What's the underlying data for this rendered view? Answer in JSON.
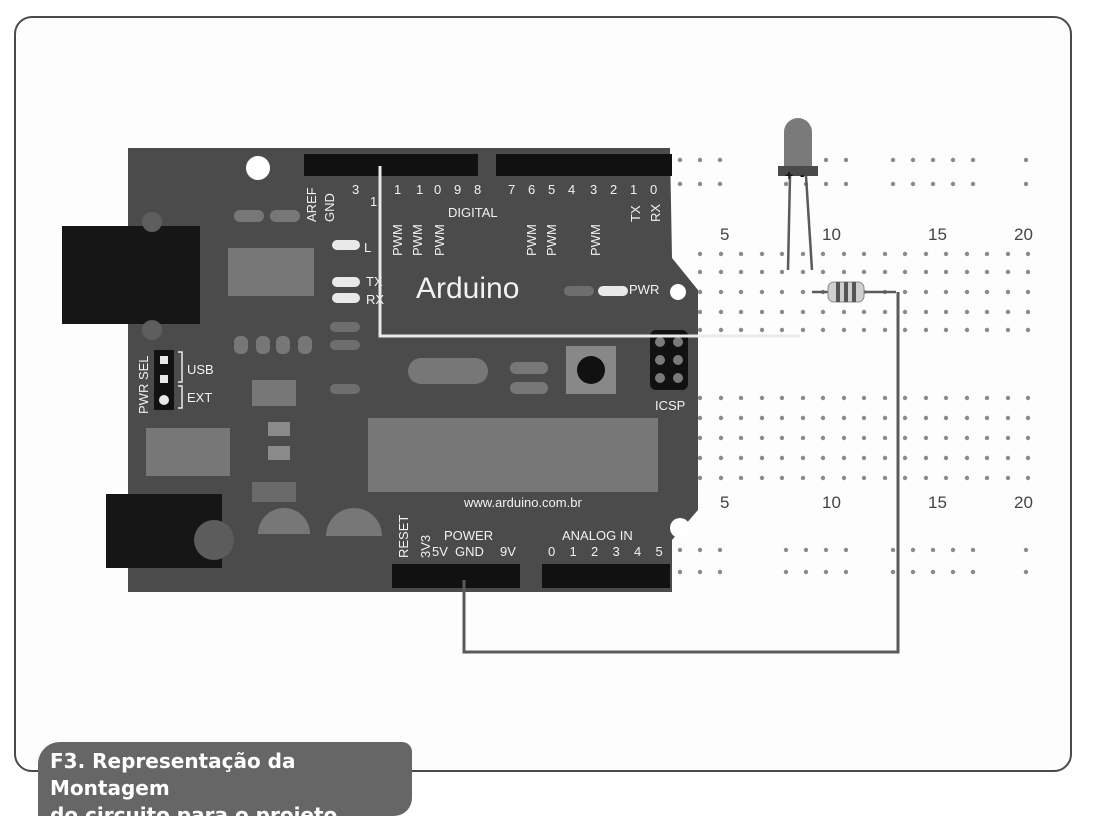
{
  "caption": {
    "line1": "F3. Representação da Montagem",
    "line2": "do circuito para o projeto."
  },
  "board": {
    "name": "Arduino",
    "url": "www.arduino.com.br",
    "top_pins_left": [
      "AREF",
      "GND",
      "3",
      "1",
      "1",
      "1",
      "0",
      "9",
      "8"
    ],
    "digital_label": "DIGITAL",
    "top_pins_right": [
      "7",
      "6",
      "5",
      "4",
      "3",
      "2",
      "1",
      "0",
      "TX",
      "RX"
    ],
    "pwm": "PWM",
    "leds": [
      "L",
      "TX",
      "RX"
    ],
    "pwr_led": "PWR",
    "icsp": "ICSP",
    "pwr_sel": "PWR SEL",
    "usb": "USB",
    "ext": "EXT",
    "reset": "RESET",
    "power": "POWER",
    "power_pins": [
      "3V3",
      "5V",
      "GND",
      "9V"
    ],
    "analog": "ANALOG  IN",
    "analog_pins": [
      "0",
      "1",
      "2",
      "3",
      "4",
      "5"
    ]
  },
  "breadboard": {
    "col_numbers": [
      "5",
      "10",
      "15",
      "20"
    ]
  },
  "led": {
    "plus": "+",
    "minus": "-"
  },
  "colors": {
    "board": "#4b4b4b",
    "header": "#111111",
    "wire": "#5a5a5a",
    "wire_signal": "#e9e9e9"
  }
}
